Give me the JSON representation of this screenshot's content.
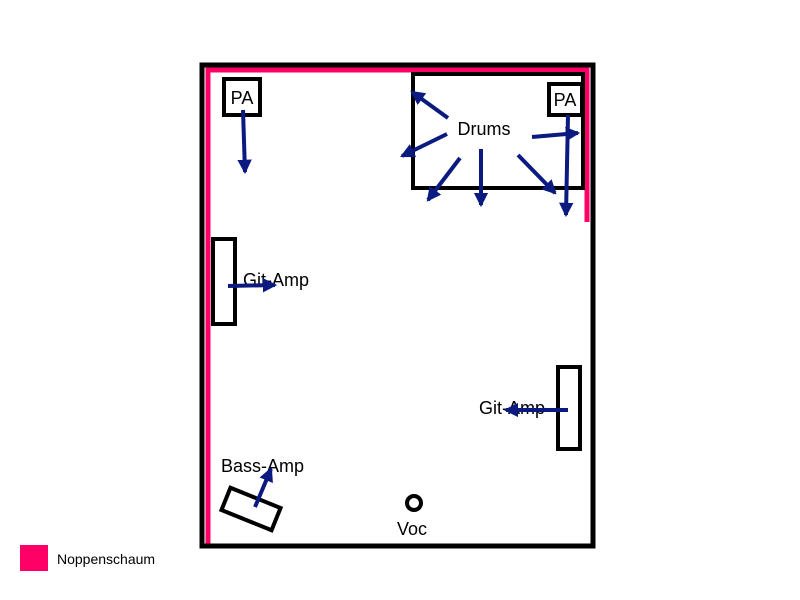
{
  "colors": {
    "wall": "#000000",
    "foam": "#ff0066",
    "arrow": "#0a1a80",
    "background": "#ffffff"
  },
  "labels": {
    "pa_left": "PA",
    "pa_right": "PA",
    "drums": "Drums",
    "git_amp_left": "Git-Amp",
    "git_amp_right": "Git-Amp",
    "bass_amp": "Bass-Amp",
    "vocal": "Voc"
  },
  "legend": {
    "items": [
      {
        "label": "Noppenschaum",
        "color": "#ff0066"
      }
    ]
  }
}
